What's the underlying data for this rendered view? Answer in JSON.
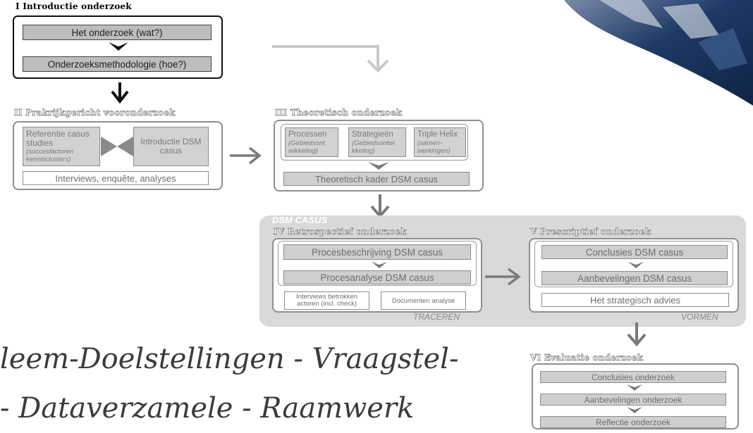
{
  "sections": {
    "s1": {
      "title": "I Introductie onderzoek",
      "box1": "Het onderzoek (wat?)",
      "box2": "Onderzoeksmethodologie (hoe?)"
    },
    "s2": {
      "title": "II Prakrijkgericht vooronderzoek",
      "ref_title": "Referentie casus studies",
      "ref_note": "(succesfactoren kennisclusters)",
      "intro": "Introductie DSM casus",
      "bottom": "Interviews, enquête, analyses"
    },
    "s3": {
      "title": "III Theoretisch onderzoek",
      "cells": [
        {
          "title": "Processen",
          "note": "(Gebiedsont wikkeling)"
        },
        {
          "title": "Strategieën",
          "note": "(Gebiedsontwi kkeling)"
        },
        {
          "title": "Triple Helix",
          "note": "(samen- werkingen)"
        }
      ],
      "bottom": "Theoretisch kader DSM casus"
    },
    "dsm": {
      "label": "DSM CASUS",
      "s4": {
        "title": "IV Retrospectief onderzoek",
        "box1": "Procesbeschrijving DSM casus",
        "box2": "Procesanalyse DSM casus",
        "note1": "Interviews betrokken actoren (incl. check)",
        "note2": "Documenten analyse",
        "tag": "TRACEREN"
      },
      "s5": {
        "title": "V Prescriptief onderzoek",
        "box1": "Conclusies DSM casus",
        "box2": "Aanbevelingen DSM casus",
        "box3": "Het strategisch advies",
        "tag": "VORMEN"
      }
    },
    "s6": {
      "title": "VI Evaluatie onderzoek",
      "box1": "Conclusies onderzoek",
      "box2": "Aanbevelingen onderzoek",
      "box3": "Reflectie onderzoek"
    }
  },
  "overlay_text": {
    "line1": "leem-Doelstellingen - Vraagstel-",
    "line2": "- Dataverzamele - Raamwerk"
  },
  "colors": {
    "box_fill": "#cfcfcf",
    "border": "#8c8c8c",
    "text_grey": "#6e6e6e",
    "arrow": "#7a7a7a"
  }
}
